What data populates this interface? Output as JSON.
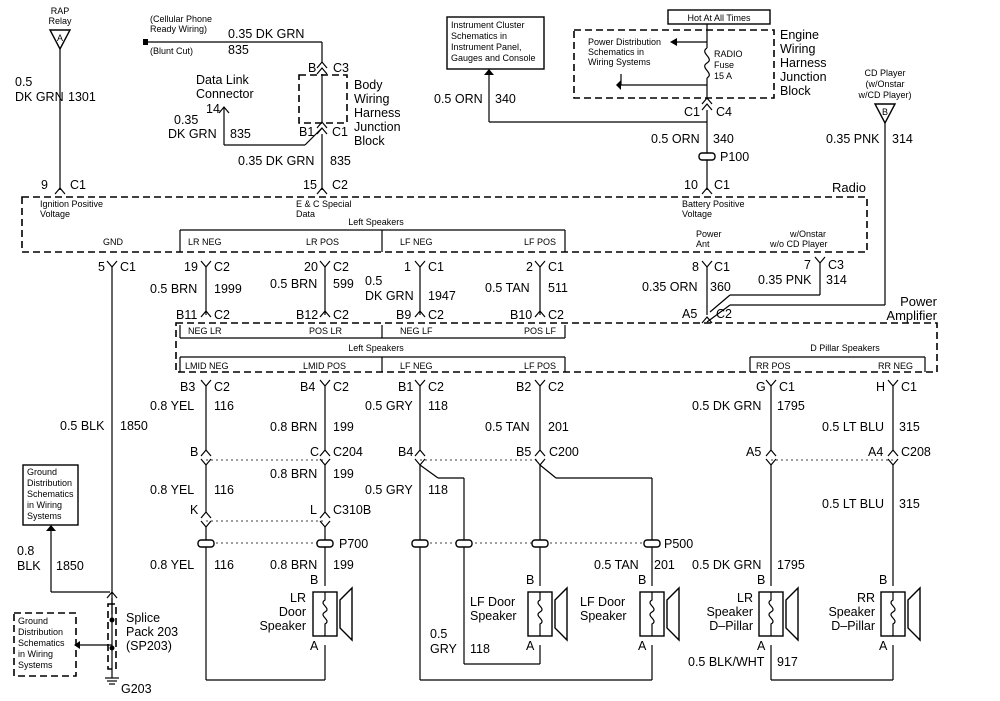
{
  "relay": {
    "title1": "RAP",
    "title2": "Relay",
    "letter": "A",
    "wire_gauge": "0.5",
    "wire_color": "DK GRN",
    "wire_circuit": "1301",
    "pin": "9",
    "conn": "C1"
  },
  "cell_phone": {
    "line1": "(Cellular Phone",
    "line2": "Ready Wiring)",
    "blunt": "(Blunt Cut)",
    "wire": "0.35 DK GRN",
    "circuit": "835"
  },
  "dlc": {
    "title1": "Data Link",
    "title2": "Connector",
    "pin": "14",
    "wire1": "0.35",
    "wire2": "DK GRN",
    "circuit": "835"
  },
  "bwhjb": {
    "line1": "Body",
    "line2": "Wiring",
    "line3": "Harness",
    "line4": "Junction",
    "line5": "Block",
    "pin_b": "B",
    "c3": "C3",
    "pin_b1": "B1",
    "c1": "C1",
    "wire_out": "0.35 DK GRN",
    "circuit_out": "835"
  },
  "inst_cluster": {
    "line1": "Instrument Cluster",
    "line2": "Schematics in",
    "line3": "Instrument Panel,",
    "line4": "Gauges and Console",
    "wire": "0.5 ORN",
    "circuit": "340"
  },
  "engine_block": {
    "hot": "Hot At All Times",
    "pd1": "Power Distribution",
    "pd2": "Schematics in",
    "pd3": "Wiring Systems",
    "fuse1": "RADIO",
    "fuse2": "Fuse",
    "fuse3": "15 A",
    "t1": "Engine",
    "t2": "Wiring",
    "t3": "Harness",
    "t4": "Junction",
    "t5": "Block",
    "c1": "C1",
    "c4": "C4",
    "wire": "0.5 ORN",
    "circuit": "340",
    "splice": "P100"
  },
  "cd_player": {
    "line1": "CD Player",
    "line2": "(w/Onstar",
    "line3": "w/CD Player)",
    "letter": "B",
    "wire": "0.35 PNK",
    "circuit": "314"
  },
  "radio": {
    "title": "Radio",
    "ign1": "Ignition Positive",
    "ign2": "Voltage",
    "ec1": "E & C Special",
    "ec2": "Data",
    "bat1": "Battery Positive",
    "bat2": "Voltage",
    "left_speakers": "Left Speakers",
    "gnd": "GND",
    "lr_neg": "LR NEG",
    "lr_pos": "LR POS",
    "lf_neg": "LF NEG",
    "lf_pos": "LF POS",
    "power1": "Power",
    "power2": "Ant",
    "onstar1": "w/Onstar",
    "onstar2": "w/o CD Player",
    "pin_15": "15",
    "pin_10": "10",
    "pin_5": "5",
    "pin_19": "19",
    "pin_20": "20",
    "pin_1": "1",
    "pin_2": "2",
    "pin_8": "8",
    "pin_7": "7",
    "c1": "C1",
    "c2": "C2",
    "c3": "C3"
  },
  "radio_out": {
    "w19": "0.5 BRN",
    "c19": "1999",
    "w20": "0.5 BRN",
    "c20": "599",
    "w1a": "0.5",
    "w1b": "DK GRN",
    "c1": "1947",
    "w2": "0.5 TAN",
    "c2": "511",
    "w8": "0.35 ORN",
    "c8": "360",
    "w7": "0.35 PNK",
    "c7": "314",
    "w5": "0.5 BLK",
    "c5": "1850"
  },
  "amp": {
    "title1": "Power",
    "title2": "Amplifier",
    "b11": "B11",
    "b12": "B12",
    "b9": "B9",
    "b10": "B10",
    "a5": "A5",
    "c2": "C2",
    "neg_lr": "NEG LR",
    "pos_lr": "POS LR",
    "neg_lf": "NEG LF",
    "pos_lf": "POS LF",
    "left_speakers": "Left Speakers",
    "d_pillar": "D Pillar Speakers",
    "lmid_neg": "LMID NEG",
    "lmid_pos": "LMID POS",
    "lf_neg": "LF NEG",
    "lf_pos": "LF POS",
    "rr_pos": "RR POS",
    "rr_neg": "RR NEG",
    "b3": "B3",
    "b4": "B4",
    "b1": "B1",
    "b2": "B2",
    "g": "G",
    "h": "H",
    "c1": "C1"
  },
  "amp_out": {
    "w_b3": "0.8 YEL",
    "c_b3": "116",
    "w_b4": "0.8 BRN",
    "c_b4": "199",
    "w_b1": "0.5 GRY",
    "c_b1": "118",
    "w_b2": "0.5 TAN",
    "c_b2": "201",
    "w_g": "0.5 DK GRN",
    "c_g": "1795",
    "w_h": "0.5 LT BLU",
    "c_h": "315"
  },
  "connectors": {
    "b": "B",
    "c": "C",
    "c204": "C204",
    "b4": "B4",
    "b5": "B5",
    "c200": "C200",
    "a5": "A5",
    "a4": "A4",
    "c208": "C208",
    "k": "K",
    "l": "L",
    "c310b": "C310B",
    "p700": "P700",
    "p500": "P500"
  },
  "mid_wires": {
    "w_brn": "0.8 BRN",
    "c_brn": "199",
    "w_yel": "0.8 YEL",
    "c_yel": "116",
    "w_gry": "0.5 GRY",
    "c_gry": "118",
    "w_ltblu": "0.5 LT BLU",
    "c_ltblu": "315",
    "w_yel2": "0.8 YEL",
    "c_yel2": "116",
    "w_brn2": "0.8 BRN",
    "c_brn2": "199",
    "w_tan": "0.5 TAN",
    "c_tan": "201",
    "w_dkgrn": "0.5 DK GRN",
    "c_dkgrn": "1795",
    "w_gry2a": "0.5",
    "w_gry2b": "GRY",
    "c_gry2": "118",
    "w_blkwht": "0.5 BLK/WHT",
    "c_blkwht": "917"
  },
  "ground_top": {
    "l1": "Ground",
    "l2": "Distribution",
    "l3": "Schematics",
    "l4": "in Wiring",
    "l5": "Systems",
    "wire1": "0.8",
    "wire2": "BLK",
    "circuit": "1850"
  },
  "splice_pack": {
    "l1": "Splice",
    "l2": "Pack 203",
    "l3": "(SP203)",
    "gnd": "G203"
  },
  "ground_bottom": {
    "l1": "Ground",
    "l2": "Distribution",
    "l3": "Schematics",
    "l4": "in Wiring",
    "l5": "Systems"
  },
  "speakers": {
    "lr_door": {
      "l1": "LR",
      "l2": "Door",
      "l3": "Speaker"
    },
    "lf_door1": {
      "l1": "LF Door",
      "l2": "Speaker"
    },
    "lf_door2": {
      "l1": "LF Door",
      "l2": "Speaker"
    },
    "lr_dp": {
      "l1": "LR",
      "l2": "Speaker",
      "l3": "D–Pillar"
    },
    "rr_dp": {
      "l1": "RR",
      "l2": "Speaker",
      "l3": "D–Pillar"
    },
    "pin_a": "A",
    "pin_b": "B"
  }
}
